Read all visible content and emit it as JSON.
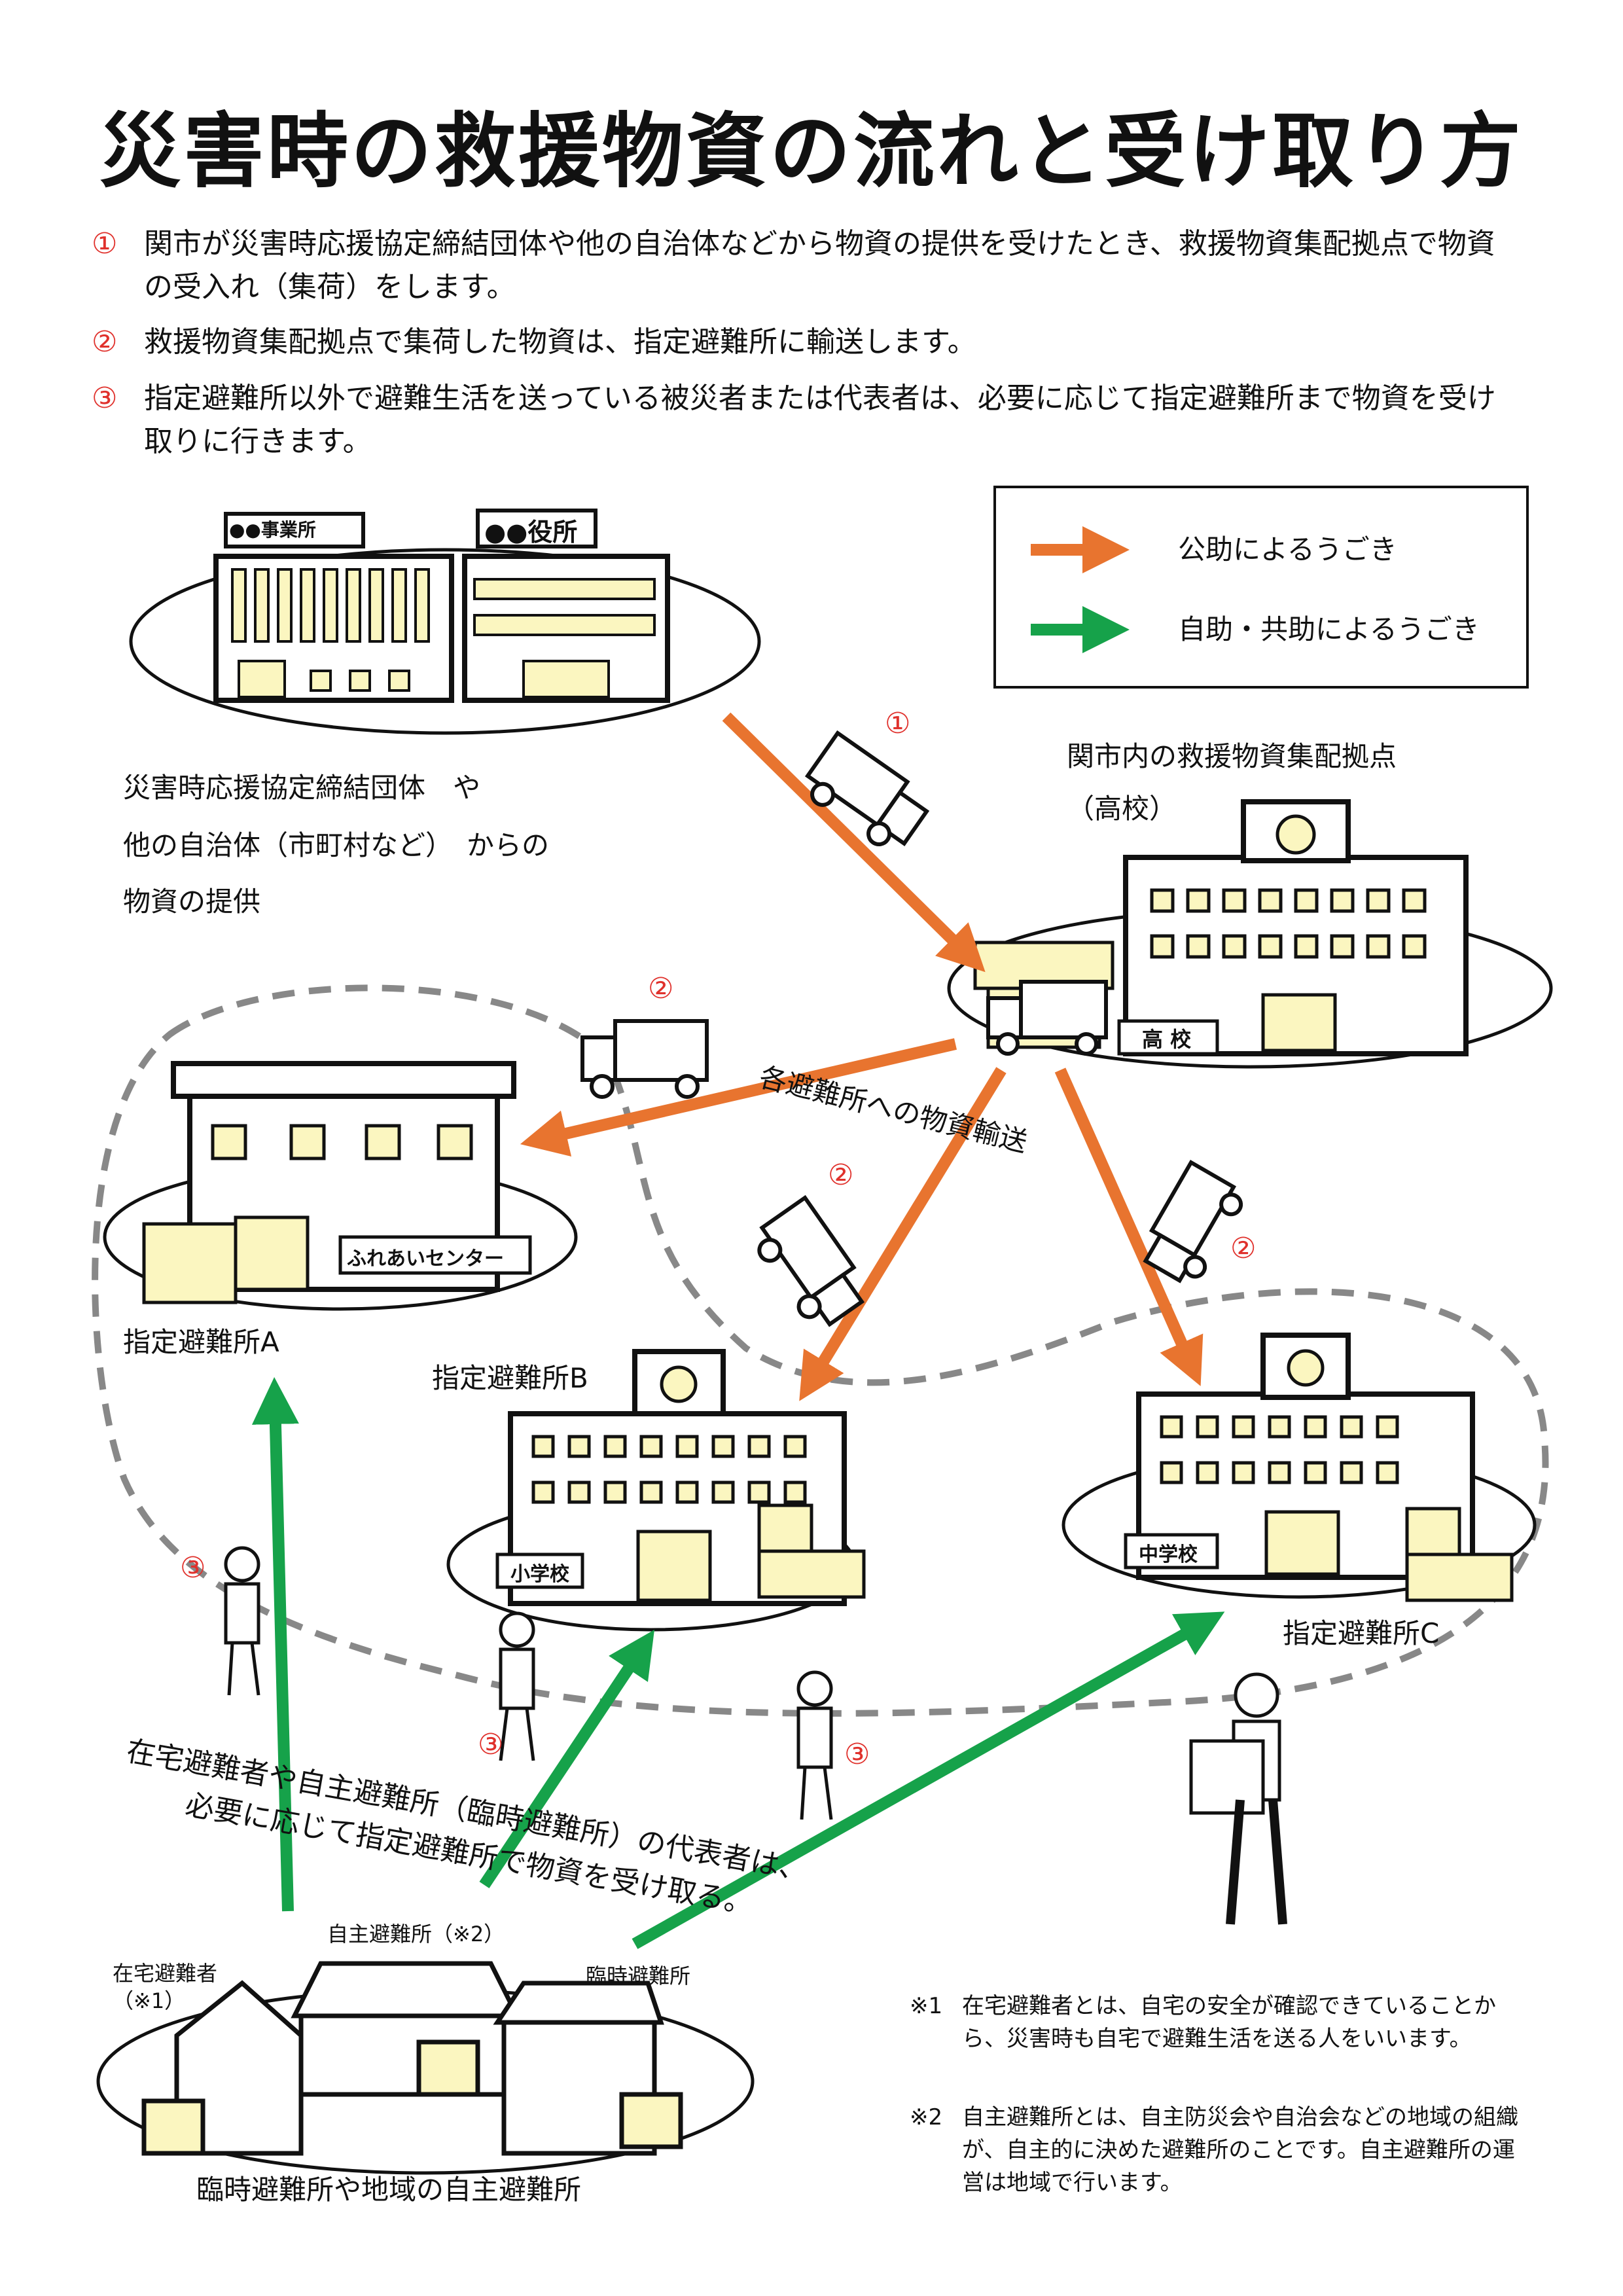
{
  "title": "災害時の救援物資の流れと受け取り方",
  "steps": [
    {
      "num": "①",
      "text": "関市が災害時応援協定締結団体や他の自治体などから物資の提供を受けたとき、救援物資集配拠点で物資の受入れ（集荷）をします。"
    },
    {
      "num": "②",
      "text": "救援物資集配拠点で集荷した物資は、指定避難所に輸送します。"
    },
    {
      "num": "③",
      "text": "指定避難所以外で避難生活を送っている被災者または代表者は、必要に応じて指定避難所まで物資を受け取りに行きます。"
    }
  ],
  "legend": {
    "public": "公助によるうごき",
    "self": "自助・共助によるうごき"
  },
  "colors": {
    "public": "#e8742f",
    "self": "#16a24a",
    "red": "#e0312c",
    "building": "#fbf6c0"
  },
  "buildings": {
    "office_sign": "●●事業所",
    "cityhall_sign": "●●役所",
    "highschool_sign": "高 校",
    "fureai_sign": "ふれあいセンター",
    "elementary_sign": "小学校",
    "junior_sign": "中学校"
  },
  "labels": {
    "supplier_line1": "災害時応援協定締結団体　や",
    "supplier_line2": "他の自治体（市町村など）　からの",
    "supplier_line3": "物資の提供",
    "hub_line1": "関市内の救援物資集配拠点",
    "hub_line2": "（高校）",
    "shelter_a": "指定避難所A",
    "shelter_b": "指定避難所B",
    "shelter_c": "指定避難所C",
    "transport": "各避難所への物資輸送",
    "home_evacuee": "在宅避難者",
    "home_evacuee_note": "（※1）",
    "self_shelter": "自主避難所（※2）",
    "temp_shelter": "臨時避難所",
    "local_caption": "臨時避難所や地域の自主避難所",
    "pickup_line1": "在宅避難者や自主避難所（臨時避難所）の代表者は、",
    "pickup_line2": "必要に応じて指定避難所で物資を受け取る。"
  },
  "markers": {
    "one": "①",
    "two": "②",
    "three": "③"
  },
  "notes": [
    {
      "mark": "※1",
      "text": "在宅避難者とは、自宅の安全が確認できていることから、災害時も自宅で避難生活を送る人をいいます。"
    },
    {
      "mark": "※2",
      "text": "自主避難所とは、自主防災会や自治会などの地域の組織が、自主的に決めた避難所のことです。自主避難所の運営は地域で行います。"
    }
  ]
}
